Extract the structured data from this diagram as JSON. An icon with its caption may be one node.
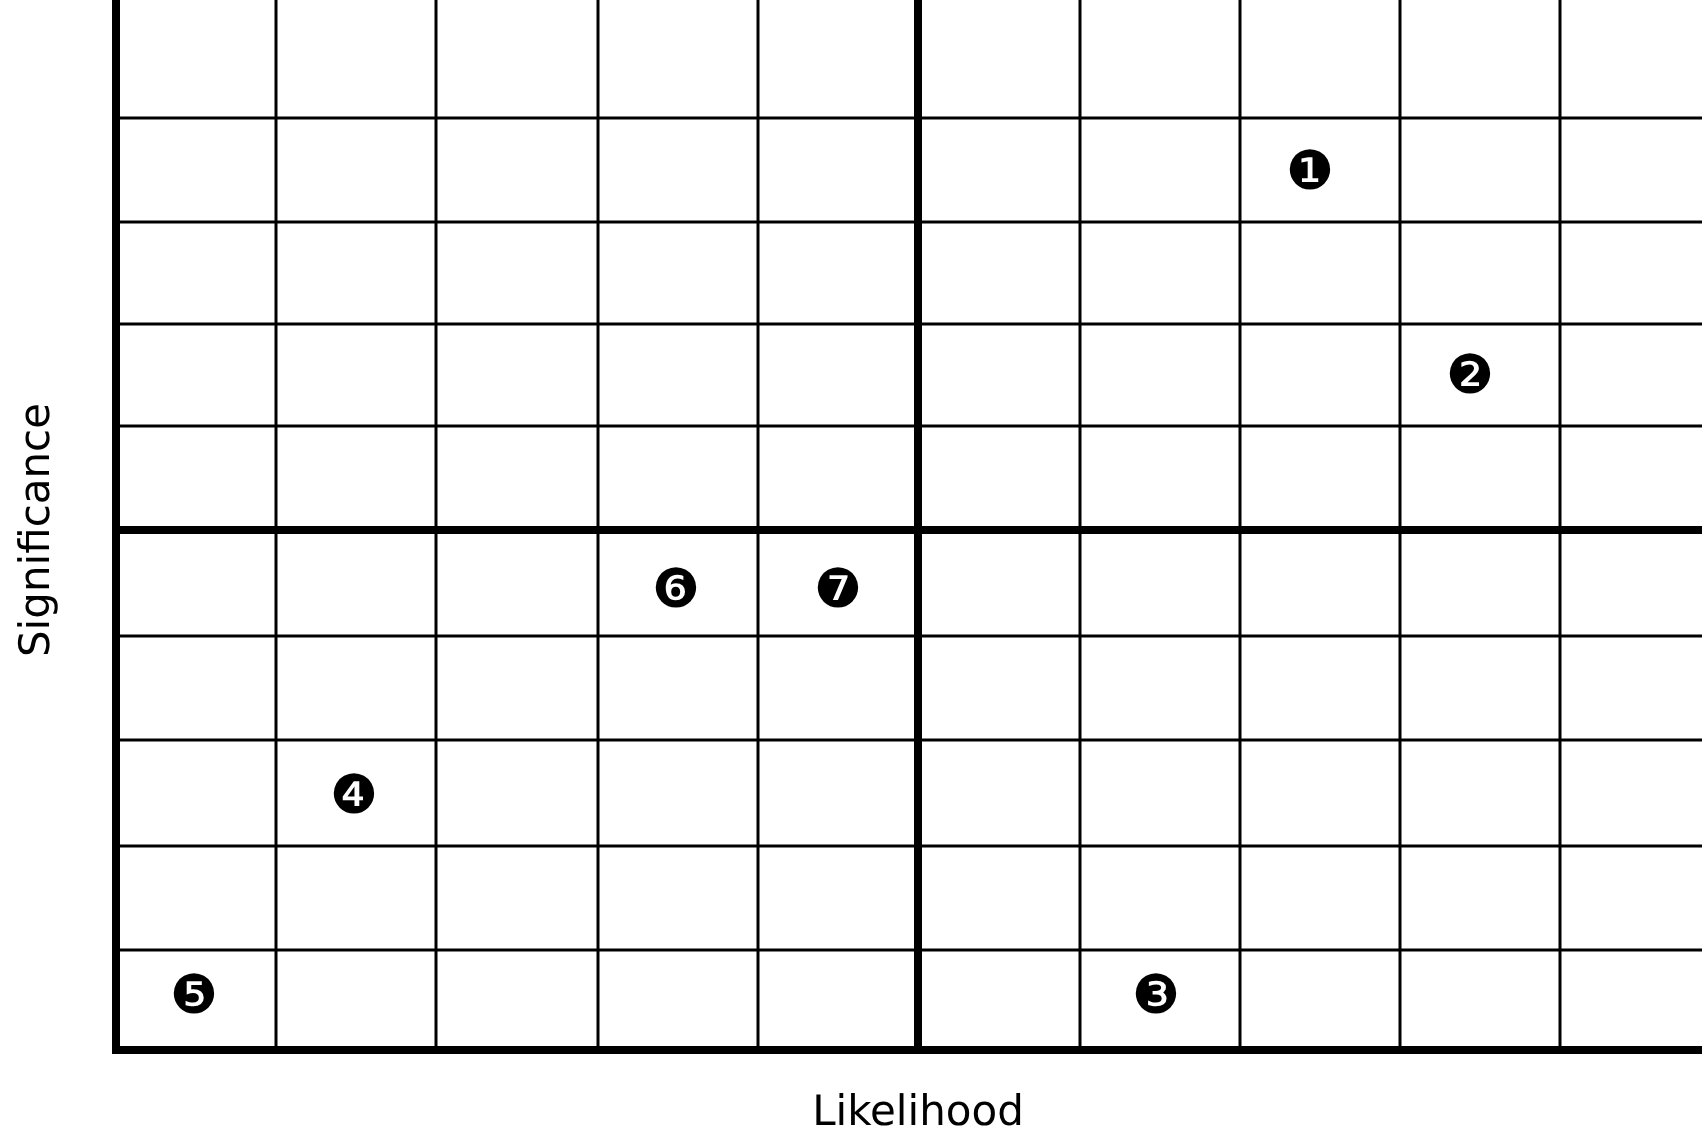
{
  "diagram": {
    "labels": [
      "❶",
      "❷",
      "Significance",
      "❻",
      "❼",
      "❹",
      "❺",
      "❸",
      "Likelihood"
    ]
  }
}
